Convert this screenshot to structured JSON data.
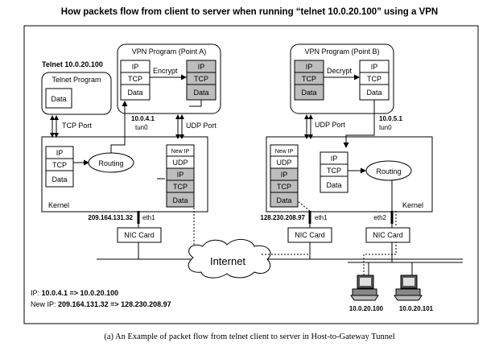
{
  "title": "How packets flow from client to server when running “telnet 10.0.20.100” using a VPN",
  "caption": "(a) An Example of packet flow from telnet client to server in Host-to-Gateway Tunnel",
  "client": {
    "telnet_cmd": "Telnet 10.0.20.100",
    "telnet_program": "Telnet Program",
    "telnet_data": "Data",
    "tcp_port": "TCP Port",
    "vpn_title": "VPN Program (Point A)",
    "vpn_left": [
      "IP",
      "TCP",
      "Data"
    ],
    "vpn_right": [
      "IP",
      "TCP",
      "Data"
    ],
    "encrypt": "Encrypt",
    "tun_ip": "10.0.4.1",
    "tun_name": "tun0",
    "udp_port": "UDP Port",
    "kernel_stack": [
      "IP",
      "TCP",
      "Data"
    ],
    "routing": "Routing",
    "packet": [
      "New IP",
      "UDP",
      "IP",
      "TCP",
      "Data"
    ],
    "kernel": "Kernel",
    "eth_ip": "209.164.131.32",
    "eth_name": "eth1",
    "nic": "NIC Card"
  },
  "gateway": {
    "vpn_title": "VPN Program (Point B)",
    "vpn_left": [
      "IP",
      "TCP",
      "Data"
    ],
    "vpn_right": [
      "IP",
      "TCP",
      "Data"
    ],
    "decrypt": "Decrypt",
    "udp_port": "UDP Port",
    "tun_ip": "10.0.5.1",
    "tun_name": "tun0",
    "packet": [
      "New IP",
      "UDP",
      "IP",
      "TCP",
      "Data"
    ],
    "kernel_stack": [
      "IP",
      "TCP",
      "Data"
    ],
    "routing": "Routing",
    "kernel": "Kernel",
    "eth1_ip": "128.230.208.97",
    "eth1_name": "eth1",
    "eth2_name": "eth2",
    "nic1": "NIC Card",
    "nic2": "NIC Card"
  },
  "internet": "Internet",
  "hosts": [
    "10.0.20.100",
    "10.0.20.101"
  ],
  "legend": {
    "ip_label": "IP: ",
    "ip_value": "10.0.4.1 => 10.0.20.100",
    "newip_label": "New IP: ",
    "newip_value": "209.164.131.32 => 128.230.208.97"
  },
  "colors": {
    "shaded": "#bdbdbd",
    "line": "#000000",
    "background": "#ffffff"
  }
}
